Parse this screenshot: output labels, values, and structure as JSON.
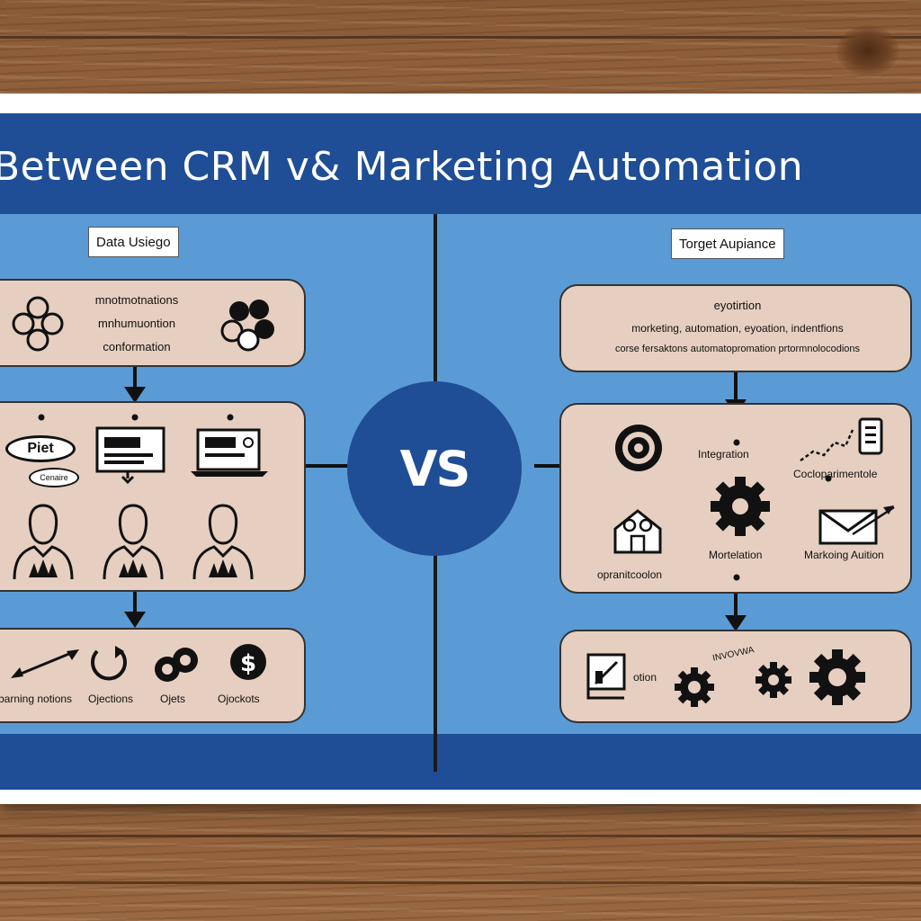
{
  "title": "Between CRM v& Marketing Automation",
  "vs": "VS",
  "left": {
    "label": "Data Usiego",
    "panel1": {
      "lines": [
        "mnotmotnations",
        "mnhumuontion",
        "conformation"
      ]
    },
    "panel2": {
      "bubble_main": "Piet",
      "bubble_small": "Cenaire"
    },
    "panel3": {
      "captions": [
        "barning notions",
        "Ojections",
        "Ojets",
        "Ojockots"
      ]
    }
  },
  "right": {
    "label": "Torget Aupiance",
    "panel1": {
      "lines": [
        "eyotirtion",
        "morketing, automation, eyoation, indentfions",
        "corse fersaktons automatopromation prtormnolocodions"
      ]
    },
    "panel2": {
      "captions": [
        "Integration",
        "Cocloparimentole",
        "opranitcoolon",
        "Mortelation",
        "Markoing Auition"
      ]
    },
    "panel3": {
      "captions": [
        "otion",
        "INVOVWA"
      ]
    }
  },
  "colors": {
    "navy": "#1f4e96",
    "sky": "#5b9bd5",
    "panel": "#e6cfc0",
    "ink": "#111111"
  }
}
